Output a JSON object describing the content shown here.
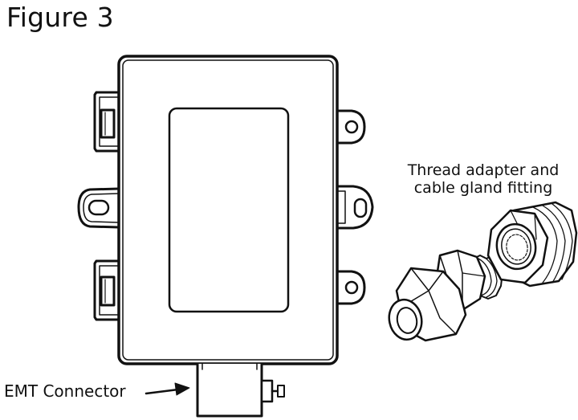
{
  "figure_title": "Figure 3",
  "labels": {
    "thread_adapter_line1": "Thread adapter and",
    "thread_adapter_line2": "cable gland fitting",
    "emt_connector": "EMT Connector"
  }
}
